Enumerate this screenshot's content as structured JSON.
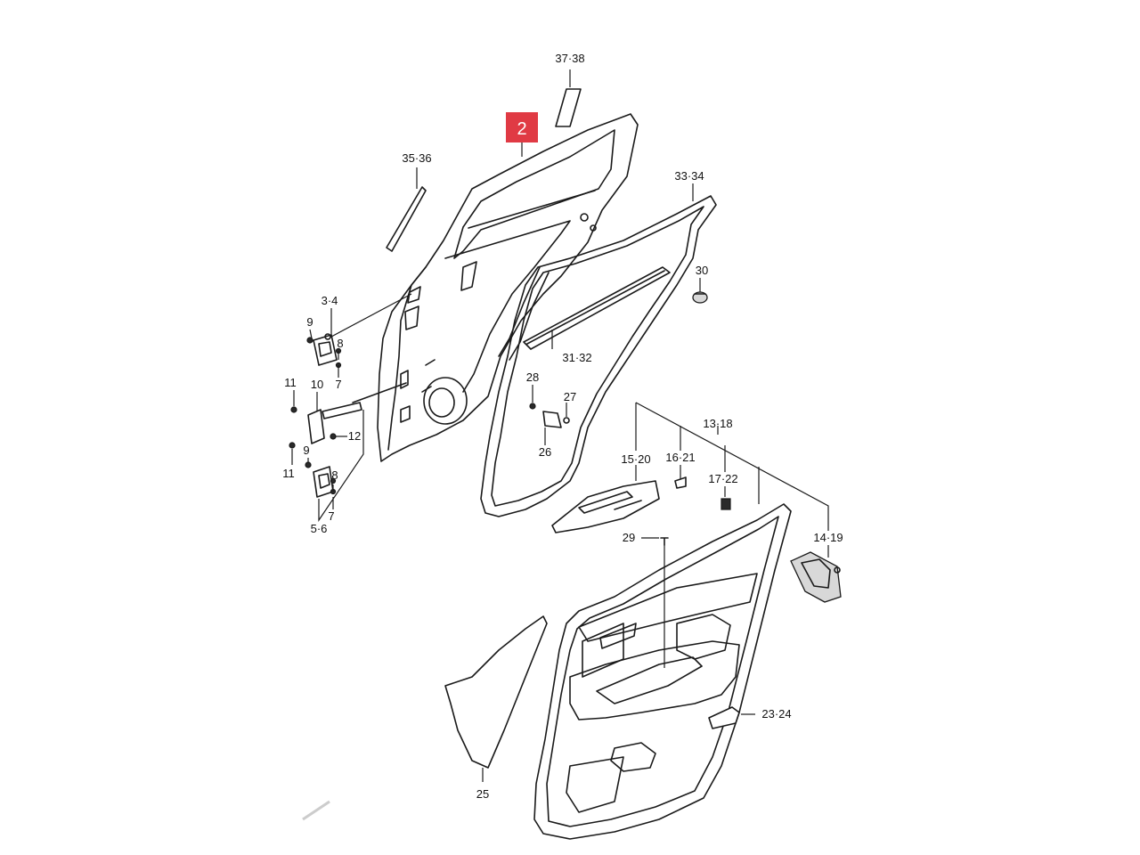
{
  "diagram": {
    "highlight": {
      "label": "2",
      "color": "#e03a44"
    },
    "callouts": {
      "c37_38": "37·38",
      "c35_36": "35·36",
      "c33_34": "33·34",
      "c30": "30",
      "c3_4": "3·4",
      "c9a": "9",
      "c8a": "8",
      "c7a": "7",
      "c31_32": "31·32",
      "c28": "28",
      "c27": "27",
      "c11a": "11",
      "c10": "10",
      "c12": "12",
      "c11b": "11",
      "c9b": "9",
      "c8b": "8",
      "c7b": "7",
      "c5_6": "5·6",
      "c26": "26",
      "c13_18": "13·18",
      "c15_20": "15·20",
      "c16_21": "16·21",
      "c17_22": "17·22",
      "c14_19": "14·19",
      "c29": "29",
      "c23_24": "23·24",
      "c25": "25"
    }
  }
}
